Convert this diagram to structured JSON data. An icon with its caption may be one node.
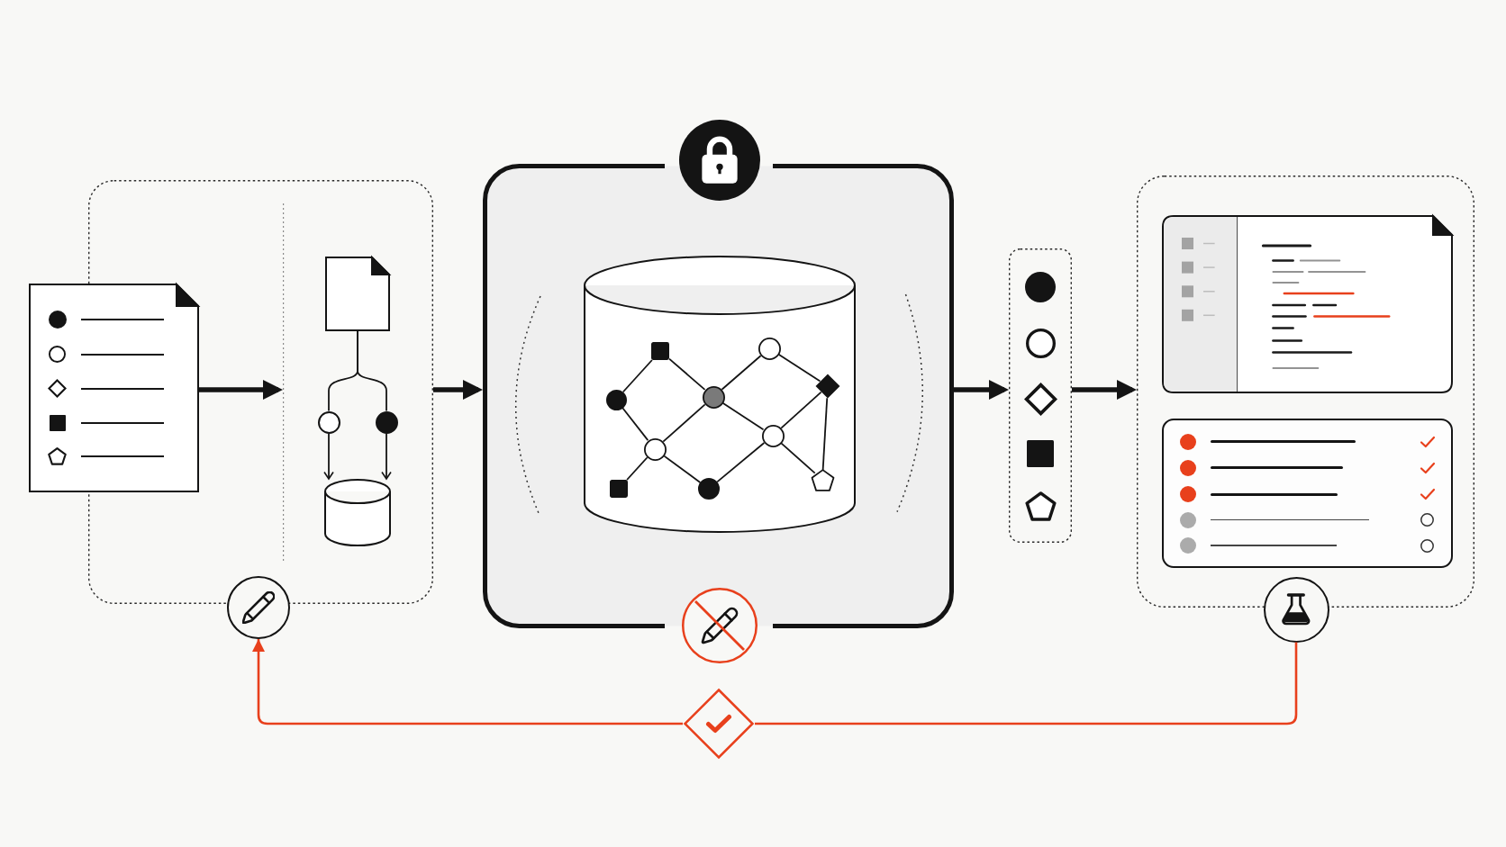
{
  "diagram": {
    "nodes": [
      {
        "text": [],
        "shape": "box"
      },
      {
        "text": [],
        "shape": "document"
      },
      {
        "text": [],
        "shape": "box",
        "in": 0
      },
      {
        "text": [],
        "shape": "document",
        "in": 2
      },
      {
        "text": [],
        "shape": "circle",
        "in": 2
      },
      {
        "text": [],
        "shape": "circle",
        "in": 2
      },
      {
        "text": [],
        "shape": "cylinder",
        "in": 2
      },
      {
        "text": [],
        "shape": "circle"
      },
      {
        "text": [],
        "shape": "box"
      },
      {
        "text": [],
        "shape": "circle"
      },
      {
        "text": [],
        "shape": "circle"
      },
      {
        "text": [],
        "shape": "cylinder",
        "in": 8
      },
      {
        "text": [],
        "shape": "square",
        "in": 11
      },
      {
        "text": [],
        "shape": "circle",
        "in": 11
      },
      {
        "text": [],
        "shape": "circle",
        "in": 11
      },
      {
        "text": [],
        "shape": "circle",
        "in": 11
      },
      {
        "text": [],
        "shape": "diamond",
        "in": 11
      },
      {
        "text": [],
        "shape": "circle",
        "in": 11
      },
      {
        "text": [],
        "shape": "circle",
        "in": 11
      },
      {
        "text": [],
        "shape": "square",
        "in": 11
      },
      {
        "text": [],
        "shape": "circle",
        "in": 11
      },
      {
        "text": [],
        "shape": "pentagon",
        "in": 11
      },
      {
        "text": [],
        "shape": "box"
      },
      {
        "text": [],
        "shape": "box"
      },
      {
        "text": [],
        "shape": "document",
        "in": 23
      },
      {
        "text": [],
        "shape": "box",
        "in": 23
      },
      {
        "text": [],
        "shape": "circle"
      },
      {
        "text": [],
        "shape": "diamond"
      }
    ],
    "edges": [
      {
        "from": 1,
        "to": 2,
        "arrow": "to",
        "style": "thick"
      },
      {
        "from": 0,
        "to": 8,
        "arrow": "to",
        "style": "thick"
      },
      {
        "from": 8,
        "to": 22,
        "arrow": "to",
        "style": "thick"
      },
      {
        "from": 22,
        "to": 23,
        "arrow": "to",
        "style": "thick"
      },
      {
        "from": 3,
        "to": 4,
        "arrow": "none"
      },
      {
        "from": 3,
        "to": 5,
        "arrow": "none"
      },
      {
        "from": 4,
        "to": 6,
        "arrow": "to"
      },
      {
        "from": 5,
        "to": 6,
        "arrow": "to"
      },
      {
        "from": 26,
        "to": 27,
        "arrow": "none",
        "color": "#e8401c"
      },
      {
        "from": 27,
        "to": 7,
        "arrow": "to",
        "color": "#e8401c"
      },
      {
        "from": 13,
        "to": 12,
        "arrow": "none"
      },
      {
        "from": 12,
        "to": 14,
        "arrow": "none"
      },
      {
        "from": 14,
        "to": 15,
        "arrow": "none"
      },
      {
        "from": 15,
        "to": 16,
        "arrow": "none"
      },
      {
        "from": 13,
        "to": 17,
        "arrow": "none"
      },
      {
        "from": 14,
        "to": 17,
        "arrow": "none"
      },
      {
        "from": 14,
        "to": 18,
        "arrow": "none"
      },
      {
        "from": 16,
        "to": 18,
        "arrow": "none"
      },
      {
        "from": 17,
        "to": 19,
        "arrow": "none"
      },
      {
        "from": 17,
        "to": 20,
        "arrow": "none"
      },
      {
        "from": 20,
        "to": 18,
        "arrow": "none"
      },
      {
        "from": 18,
        "to": 21,
        "arrow": "none"
      },
      {
        "from": 16,
        "to": 21,
        "arrow": "none"
      }
    ]
  }
}
